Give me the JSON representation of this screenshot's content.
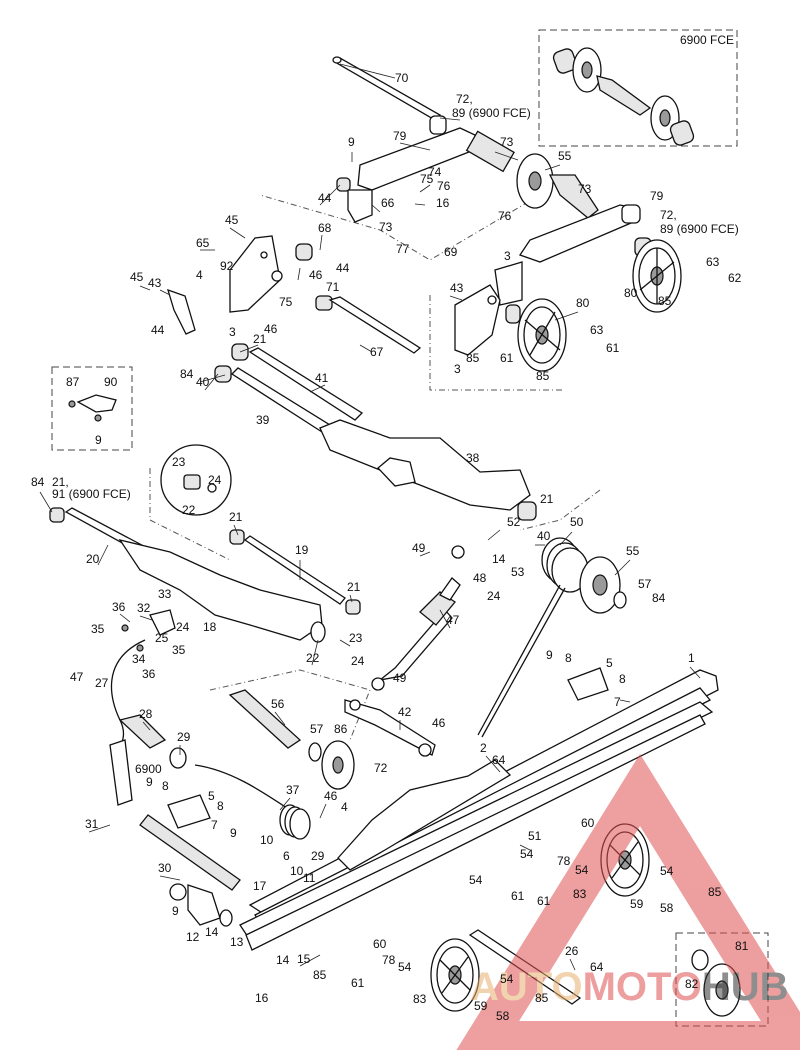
{
  "box_labels": {
    "fce_box": "6900 FCE",
    "left_sub": "6900"
  },
  "callouts": [
    {
      "id": "c70",
      "text": "70"
    },
    {
      "id": "c72a",
      "text": "72,"
    },
    {
      "id": "c89a",
      "text": "89 (6900 FCE)"
    },
    {
      "id": "c79a",
      "text": "79"
    },
    {
      "id": "c73a",
      "text": "73"
    },
    {
      "id": "c55a",
      "text": "55"
    },
    {
      "id": "c73b",
      "text": "73"
    },
    {
      "id": "c9a",
      "text": "9"
    },
    {
      "id": "c74",
      "text": "74"
    },
    {
      "id": "c75a",
      "text": "75"
    },
    {
      "id": "c76a",
      "text": "76"
    },
    {
      "id": "c44a",
      "text": "44"
    },
    {
      "id": "c66",
      "text": "66"
    },
    {
      "id": "c16a",
      "text": "16"
    },
    {
      "id": "c76b",
      "text": "76"
    },
    {
      "id": "c73c",
      "text": "73"
    },
    {
      "id": "c77",
      "text": "77"
    },
    {
      "id": "c69",
      "text": "69"
    },
    {
      "id": "c3a",
      "text": "3"
    },
    {
      "id": "c79b",
      "text": "79"
    },
    {
      "id": "c72b",
      "text": "72,"
    },
    {
      "id": "c89b",
      "text": "89 (6900 FCE)"
    },
    {
      "id": "c45a",
      "text": "45"
    },
    {
      "id": "c65",
      "text": "65"
    },
    {
      "id": "c92",
      "text": "92"
    },
    {
      "id": "c68",
      "text": "68"
    },
    {
      "id": "c46a",
      "text": "46"
    },
    {
      "id": "c44b",
      "text": "44"
    },
    {
      "id": "c63a",
      "text": "63"
    },
    {
      "id": "c62",
      "text": "62"
    },
    {
      "id": "c80a",
      "text": "80"
    },
    {
      "id": "c85a",
      "text": "85"
    },
    {
      "id": "c45b",
      "text": "45"
    },
    {
      "id": "c43a",
      "text": "43"
    },
    {
      "id": "c4a",
      "text": "4"
    },
    {
      "id": "c75b",
      "text": "75"
    },
    {
      "id": "c71",
      "text": "71"
    },
    {
      "id": "c43b",
      "text": "43"
    },
    {
      "id": "c80b",
      "text": "80"
    },
    {
      "id": "c44c",
      "text": "44"
    },
    {
      "id": "c3b",
      "text": "3"
    },
    {
      "id": "c46b",
      "text": "46"
    },
    {
      "id": "c21a",
      "text": "21"
    },
    {
      "id": "c67",
      "text": "67"
    },
    {
      "id": "c63b",
      "text": "63"
    },
    {
      "id": "c85b",
      "text": "85"
    },
    {
      "id": "c61a",
      "text": "61"
    },
    {
      "id": "c61b",
      "text": "61"
    },
    {
      "id": "c3c",
      "text": "3"
    },
    {
      "id": "c85c",
      "text": "85"
    },
    {
      "id": "c87",
      "text": "87"
    },
    {
      "id": "c90",
      "text": "90"
    },
    {
      "id": "c9b",
      "text": "9"
    },
    {
      "id": "c84a",
      "text": "84"
    },
    {
      "id": "c40a",
      "text": "40"
    },
    {
      "id": "c41",
      "text": "41"
    },
    {
      "id": "c39",
      "text": "39"
    },
    {
      "id": "c23a",
      "text": "23"
    },
    {
      "id": "c24a",
      "text": "24"
    },
    {
      "id": "c22a",
      "text": "22"
    },
    {
      "id": "c38",
      "text": "38"
    },
    {
      "id": "c84b",
      "text": "84"
    },
    {
      "id": "c21b",
      "text": "21,"
    },
    {
      "id": "c91",
      "text": "91 (6900 FCE)"
    },
    {
      "id": "c21c",
      "text": "21"
    },
    {
      "id": "c52",
      "text": "52"
    },
    {
      "id": "c50",
      "text": "50"
    },
    {
      "id": "c21d",
      "text": "21"
    },
    {
      "id": "c20",
      "text": "20"
    },
    {
      "id": "c19",
      "text": "19"
    },
    {
      "id": "c49a",
      "text": "49"
    },
    {
      "id": "c40b",
      "text": "40"
    },
    {
      "id": "c14a",
      "text": "14"
    },
    {
      "id": "c53",
      "text": "53"
    },
    {
      "id": "c48",
      "text": "48"
    },
    {
      "id": "c24b",
      "text": "24"
    },
    {
      "id": "c55b",
      "text": "55"
    },
    {
      "id": "c57a",
      "text": "57"
    },
    {
      "id": "c84c",
      "text": "84"
    },
    {
      "id": "c21e",
      "text": "21"
    },
    {
      "id": "c36a",
      "text": "36"
    },
    {
      "id": "c32",
      "text": "32"
    },
    {
      "id": "c33",
      "text": "33"
    },
    {
      "id": "c24c",
      "text": "24"
    },
    {
      "id": "c18",
      "text": "18"
    },
    {
      "id": "c35a",
      "text": "35"
    },
    {
      "id": "c25",
      "text": "25"
    },
    {
      "id": "c35b",
      "text": "35"
    },
    {
      "id": "c34",
      "text": "34"
    },
    {
      "id": "c36b",
      "text": "36"
    },
    {
      "id": "c23b",
      "text": "23"
    },
    {
      "id": "c22b",
      "text": "22"
    },
    {
      "id": "c47a",
      "text": "47"
    },
    {
      "id": "c9c",
      "text": "9"
    },
    {
      "id": "c8a",
      "text": "8"
    },
    {
      "id": "c5a",
      "text": "5"
    },
    {
      "id": "c1",
      "text": "1"
    },
    {
      "id": "c24d",
      "text": "24"
    },
    {
      "id": "c8b",
      "text": "8"
    },
    {
      "id": "c47b",
      "text": "47"
    },
    {
      "id": "c27",
      "text": "27"
    },
    {
      "id": "c49b",
      "text": "49"
    },
    {
      "id": "c7a",
      "text": "7"
    },
    {
      "id": "c56",
      "text": "56"
    },
    {
      "id": "c42",
      "text": "42"
    },
    {
      "id": "c28",
      "text": "28"
    },
    {
      "id": "c57b",
      "text": "57"
    },
    {
      "id": "c86",
      "text": "86"
    },
    {
      "id": "c46c",
      "text": "46"
    },
    {
      "id": "c29a",
      "text": "29"
    },
    {
      "id": "c2",
      "text": "2"
    },
    {
      "id": "c64a",
      "text": "64"
    },
    {
      "id": "c72c",
      "text": "72"
    },
    {
      "id": "c9d",
      "text": "9"
    },
    {
      "id": "c8c",
      "text": "8"
    },
    {
      "id": "c5b",
      "text": "5"
    },
    {
      "id": "c37",
      "text": "37"
    },
    {
      "id": "c46d",
      "text": "46"
    },
    {
      "id": "c4b",
      "text": "4"
    },
    {
      "id": "c8d",
      "text": "8"
    },
    {
      "id": "c31",
      "text": "31"
    },
    {
      "id": "c7b",
      "text": "7"
    },
    {
      "id": "c9e",
      "text": "9"
    },
    {
      "id": "c10a",
      "text": "10"
    },
    {
      "id": "c6",
      "text": "6"
    },
    {
      "id": "c29b",
      "text": "29"
    },
    {
      "id": "c60a",
      "text": "60"
    },
    {
      "id": "c51",
      "text": "51"
    },
    {
      "id": "c78a",
      "text": "78"
    },
    {
      "id": "c54a",
      "text": "54"
    },
    {
      "id": "c10b",
      "text": "10"
    },
    {
      "id": "c30",
      "text": "30"
    },
    {
      "id": "c17",
      "text": "17"
    },
    {
      "id": "c11",
      "text": "11"
    },
    {
      "id": "c54b",
      "text": "54"
    },
    {
      "id": "c54c",
      "text": "54"
    },
    {
      "id": "c54d",
      "text": "54"
    },
    {
      "id": "c83a",
      "text": "83"
    },
    {
      "id": "c85d",
      "text": "85"
    },
    {
      "id": "c61c",
      "text": "61"
    },
    {
      "id": "c61d",
      "text": "61"
    },
    {
      "id": "c59a",
      "text": "59"
    },
    {
      "id": "c58a",
      "text": "58"
    },
    {
      "id": "c9f",
      "text": "9"
    },
    {
      "id": "c12",
      "text": "12"
    },
    {
      "id": "c14b",
      "text": "14"
    },
    {
      "id": "c13",
      "text": "13"
    },
    {
      "id": "c15",
      "text": "15"
    },
    {
      "id": "c60b",
      "text": "60"
    },
    {
      "id": "c78b",
      "text": "78"
    },
    {
      "id": "c54e",
      "text": "54"
    },
    {
      "id": "c14c",
      "text": "14"
    },
    {
      "id": "c85e",
      "text": "85"
    },
    {
      "id": "c61e",
      "text": "61"
    },
    {
      "id": "c26",
      "text": "26"
    },
    {
      "id": "c64b",
      "text": "64"
    },
    {
      "id": "c81",
      "text": "81"
    },
    {
      "id": "c82",
      "text": "82"
    },
    {
      "id": "c83b",
      "text": "83"
    },
    {
      "id": "c54f",
      "text": "54"
    },
    {
      "id": "c85f",
      "text": "85"
    },
    {
      "id": "c59b",
      "text": "59"
    },
    {
      "id": "c58b",
      "text": "58"
    },
    {
      "id": "c16b",
      "text": "16"
    }
  ],
  "watermark": {
    "text_a": "AUTO",
    "text_b": "MOTO",
    "text_c": "HUB",
    "color": "#e05050"
  }
}
